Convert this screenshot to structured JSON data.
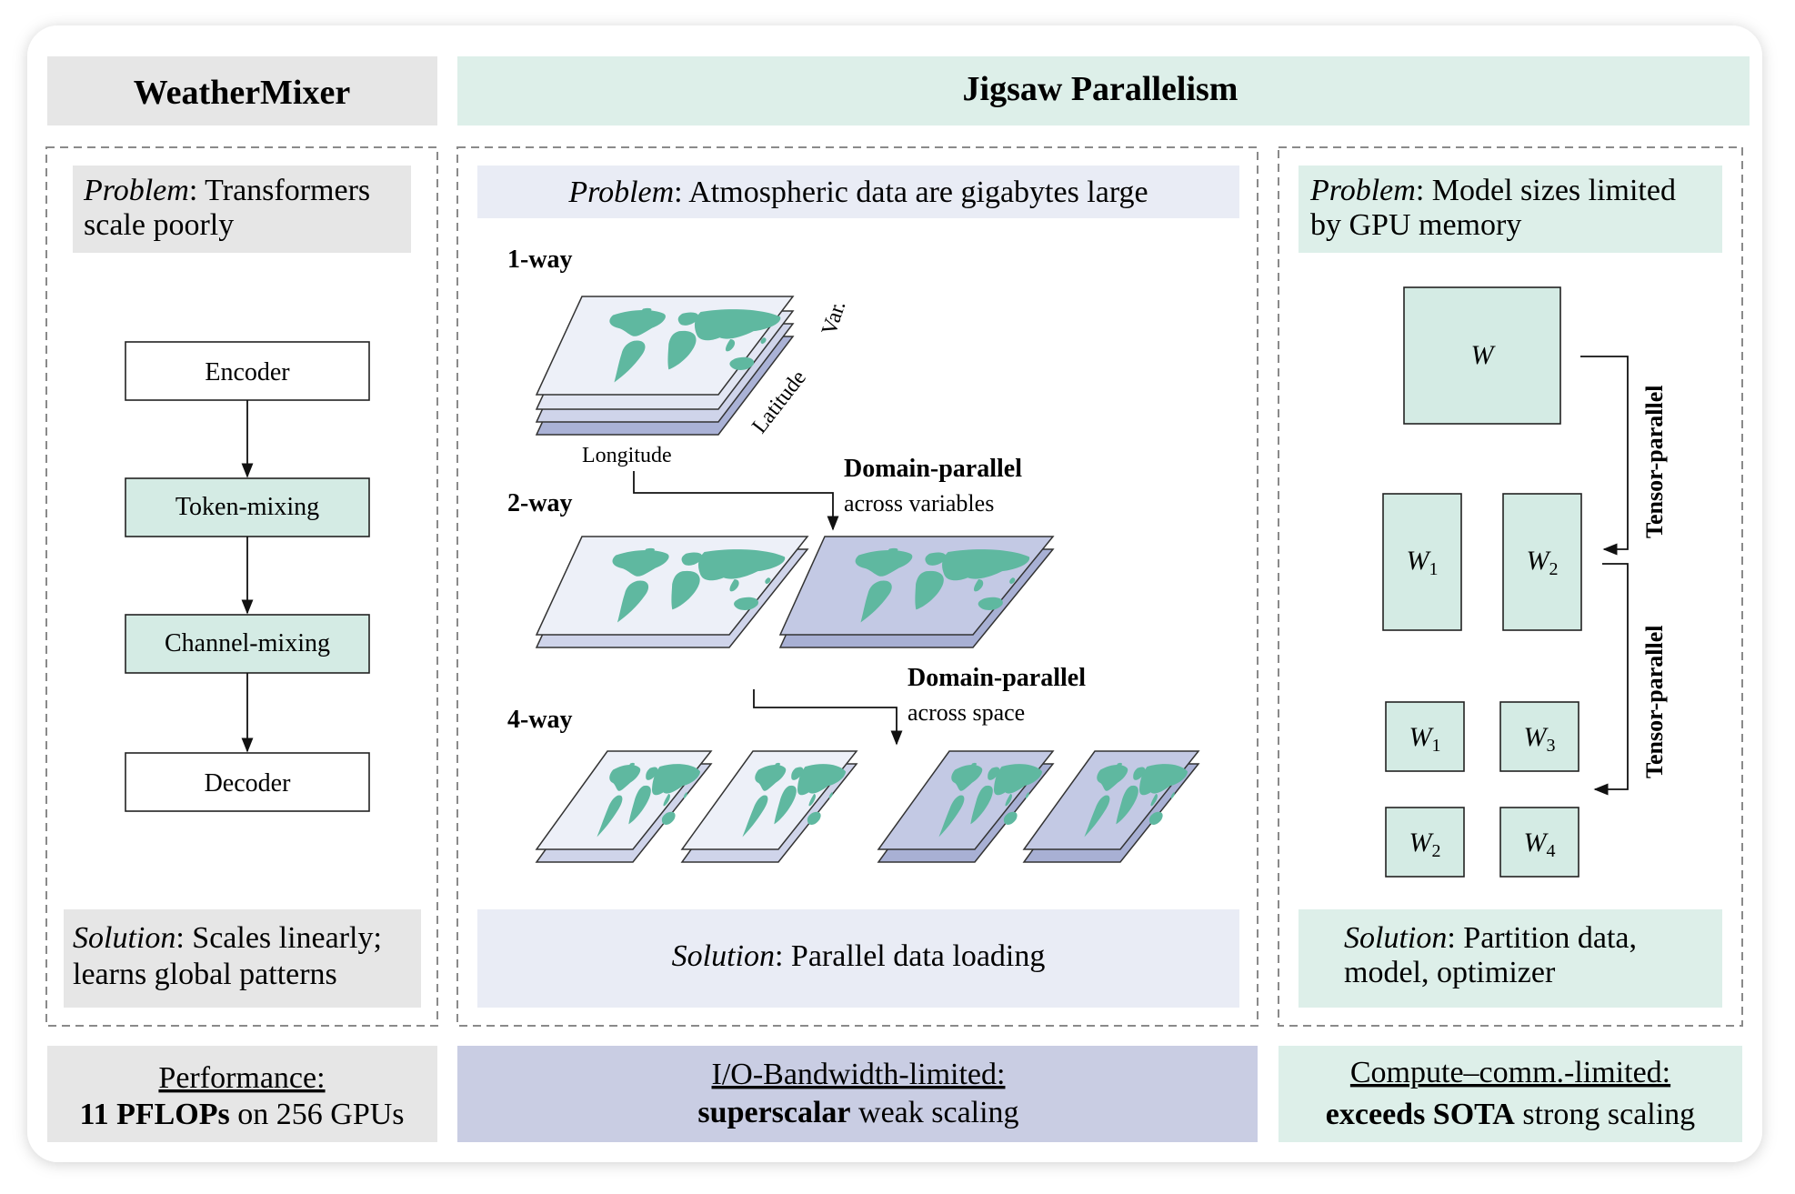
{
  "colors": {
    "gray_panel": "#e6e6e6",
    "mint_panel": "#ddefe9",
    "lavender_panel": "#e9ecf5",
    "blue_panel": "#c9cde3",
    "teal_box": "#d4ebe4",
    "map_land": "#5fb8a0",
    "layer_light": "#e9ecf5",
    "layer_mid": "#cfd4ea",
    "layer_dark": "#aab2d6"
  },
  "weathermixer": {
    "title": "WeatherMixer",
    "problem_label": "Problem",
    "problem_line1": ": Transformers",
    "problem_line2": "scale poorly",
    "blocks": [
      "Encoder",
      "Token-mixing",
      "Channel-mixing",
      "Decoder"
    ],
    "solution_label": "Solution",
    "solution_line1": ": Scales linearly;",
    "solution_line2": "learns global patterns",
    "perf_title": "Performance:",
    "perf_bold": "11 PFLOPs",
    "perf_rest": " on 256 GPUs"
  },
  "jigsaw": {
    "title": "Jigsaw Parallelism",
    "problem_label": "Problem",
    "problem_text": ": Atmospheric data are gigabytes large",
    "way1": "1-way",
    "way2": "2-way",
    "way4": "4-way",
    "axis_var": "Var.",
    "axis_lat": "Latitude",
    "axis_lon": "Longitude",
    "dp1_title": "Domain-parallel",
    "dp1_sub": "across variables",
    "dp2_title": "Domain-parallel",
    "dp2_sub": "across space",
    "solution_label": "Solution",
    "solution_text": ": Parallel data loading",
    "io_title": "I/O-Bandwidth-limited:",
    "io_bold": "superscalar",
    "io_rest": " weak scaling"
  },
  "tensor": {
    "problem_label": "Problem",
    "problem_line1": ": Model sizes limited",
    "problem_line2": "by GPU memory",
    "w": "W",
    "sub1": "1",
    "sub2": "2",
    "sub3": "3",
    "sub4": "4",
    "tp_label": "Tensor-parallel",
    "solution_label": "Solution",
    "solution_line1": ": Partition data,",
    "solution_line2": "model, optimizer",
    "cc_title": "Compute–comm.-limited:",
    "cc_bold": "exceeds SOTA",
    "cc_rest": " strong scaling"
  }
}
